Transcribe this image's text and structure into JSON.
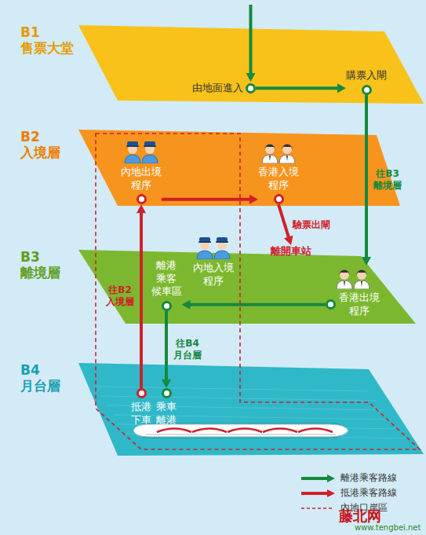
{
  "diagram": {
    "nodes": [
      {
        "text": [
          "B1",
          "售票大堂"
        ]
      },
      {
        "text": [
          "由地面進入"
        ],
        "in": 0
      },
      {
        "text": [
          "購票入閘"
        ],
        "in": 0
      },
      {
        "text": [
          "B2",
          "入境層"
        ]
      },
      {
        "text": [
          "內地出境 程序"
        ],
        "in": 3
      },
      {
        "text": [
          "香港入境 程序"
        ],
        "in": 3
      },
      {
        "text": [
          "離開車站"
        ]
      },
      {
        "text": [
          "B3",
          "離境層"
        ]
      },
      {
        "text": [
          "離港 乘客 候車區"
        ],
        "in": 7
      },
      {
        "text": [
          "內地入境 程序"
        ],
        "in": 7
      },
      {
        "text": [
          "香港出境 程序"
        ],
        "in": 7
      },
      {
        "text": [
          "B4",
          "月台層"
        ]
      },
      {
        "text": [
          "抵港 下車"
        ],
        "in": 11
      },
      {
        "text": [
          "乘車 離港"
        ],
        "in": 11
      }
    ],
    "edges": [
      {
        "from": 1,
        "to": 2,
        "arrow": "to"
      },
      {
        "from": 2,
        "to": 10,
        "label": "往B3 離境層",
        "arrow": "to"
      },
      {
        "from": 10,
        "to": 8,
        "arrow": "to"
      },
      {
        "from": 8,
        "to": 13,
        "label": "往B4 月台層",
        "arrow": "to"
      },
      {
        "from": 12,
        "to": 4,
        "label": "往B2 入境層",
        "arrow": "to"
      },
      {
        "from": 4,
        "to": 5,
        "arrow": "to"
      },
      {
        "from": 5,
        "to": 6,
        "label": "驗票出閘",
        "arrow": "to"
      }
    ],
    "labels": [
      "藤北网",
      "www.tengbei.net"
    ],
    "legend": [
      {
        "text": "離港乘客路線"
      },
      {
        "text": "抵港乘客路線"
      },
      {
        "text": "內地口岸區"
      }
    ]
  }
}
